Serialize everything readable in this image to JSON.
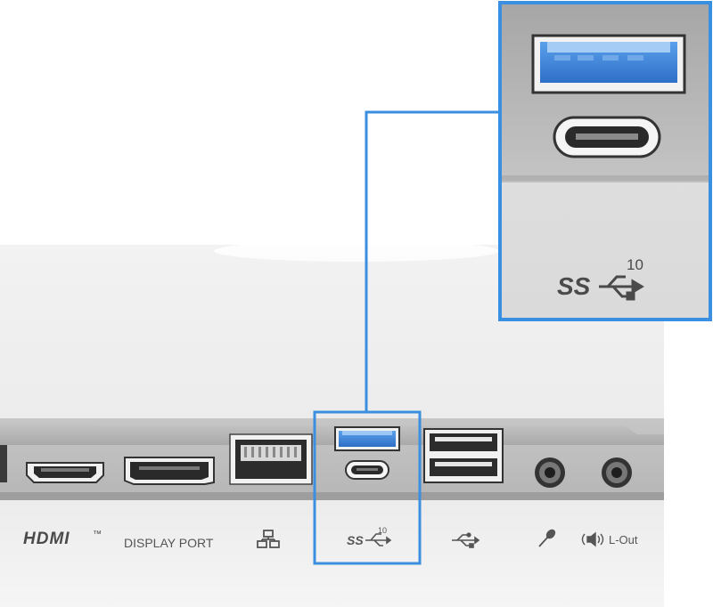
{
  "colors": {
    "accent": "#3b8fe0",
    "panel": "#dcdcdc",
    "panel_dark": "#b4b4b4",
    "usb_blue": "#3a7fd6",
    "text": "#555555"
  },
  "labels": {
    "hdmi": "HDMI",
    "hdmi_tm": "™",
    "display_port": "DISPLAY PORT",
    "ss": "SS",
    "ss_speed": "10",
    "lout": "L-Out",
    "zoom_ss": "SS",
    "zoom_ss_speed": "10"
  },
  "icons": [
    "network-icon",
    "usb-superspeed-icon",
    "usb-icon",
    "microphone-icon",
    "speaker-icon"
  ]
}
